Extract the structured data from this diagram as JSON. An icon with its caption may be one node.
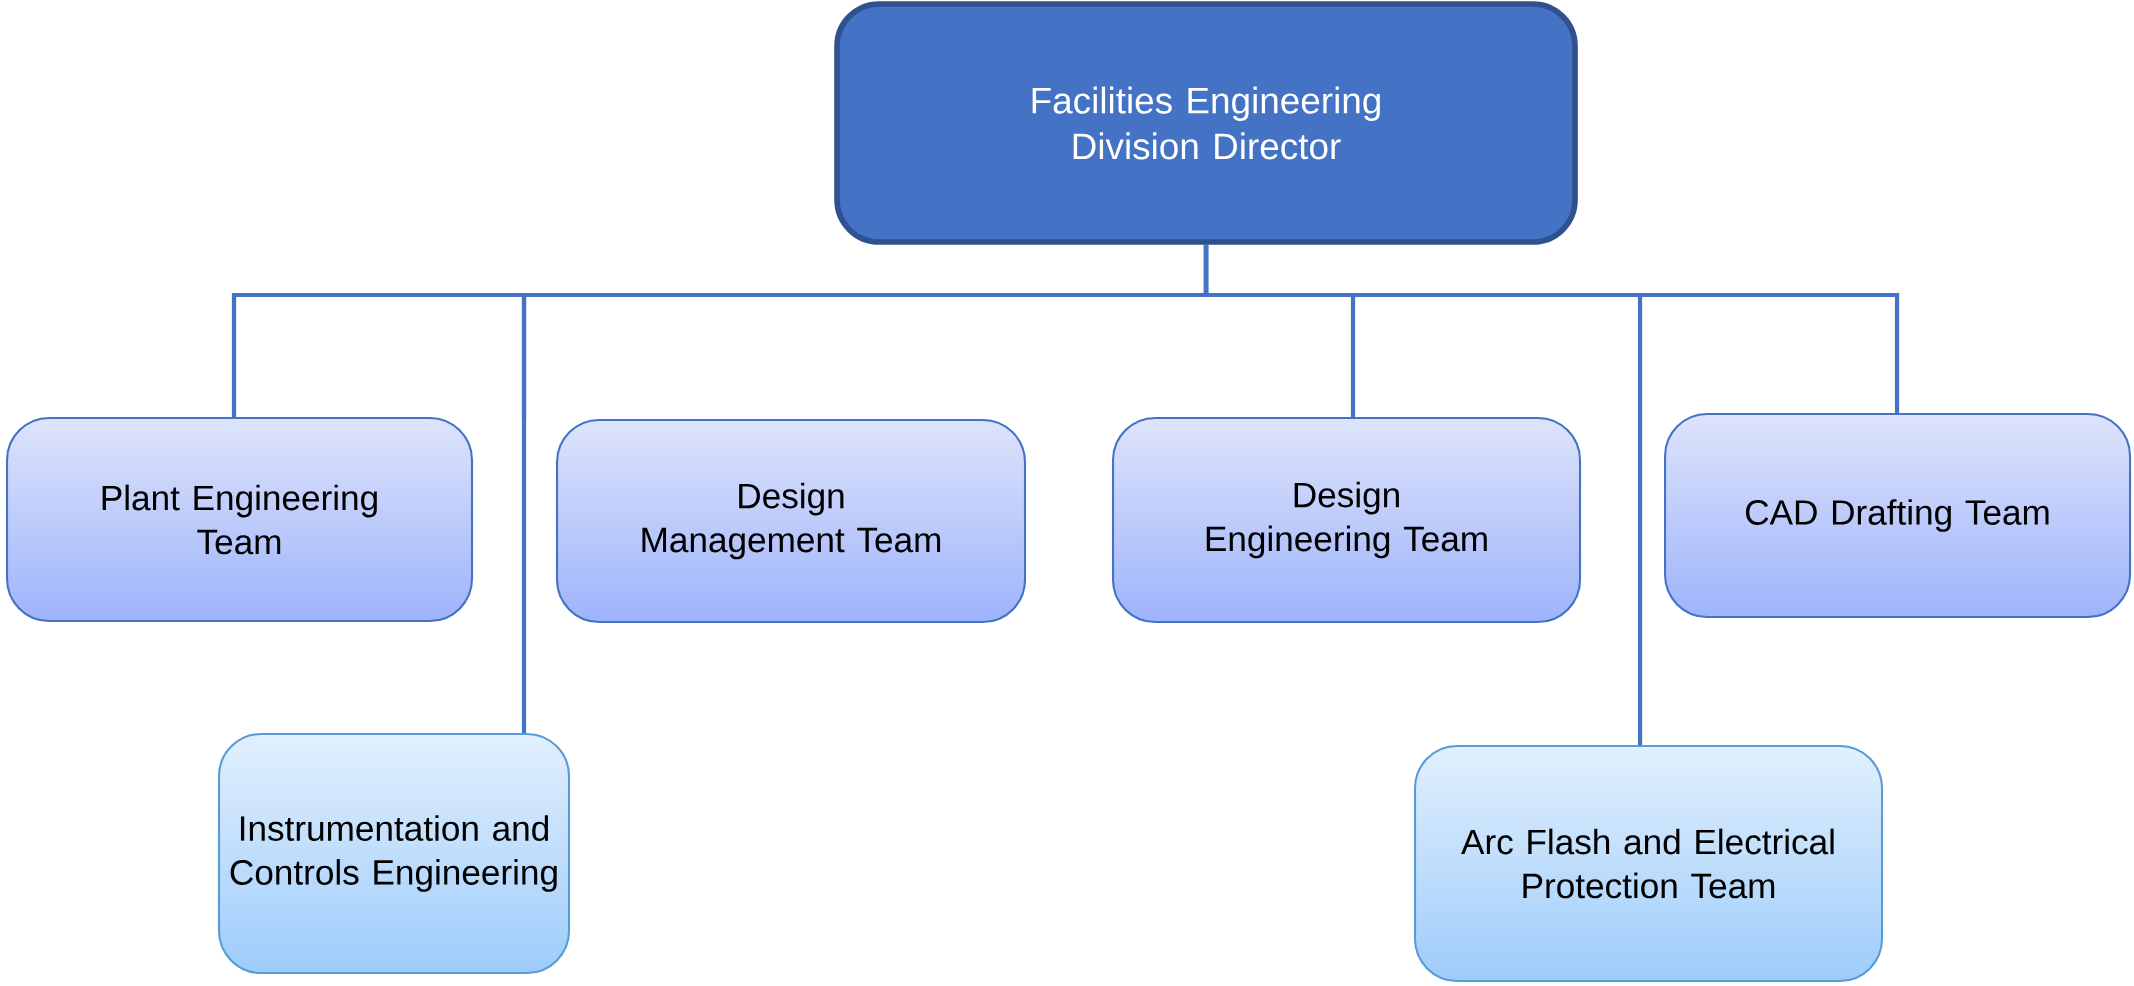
{
  "diagram": {
    "nodes": [
      {
        "text": [
          "Facilities Engineering Division Director"
        ]
      },
      {
        "text": [
          "Plant Engineering Team"
        ]
      },
      {
        "text": [
          "Design Management Team"
        ]
      },
      {
        "text": [
          "Design Engineering Team"
        ]
      },
      {
        "text": [
          "CAD Drafting Team"
        ]
      },
      {
        "text": [
          "Instrumentation and Controls Engineering"
        ]
      },
      {
        "text": [
          "Arc Flash and Electrical Protection Team"
        ]
      }
    ],
    "edges": [
      {
        "from": 0,
        "to": 1,
        "arrow": "none"
      },
      {
        "from": 0,
        "to": 2,
        "arrow": "none"
      },
      {
        "from": 0,
        "to": 3,
        "arrow": "none"
      },
      {
        "from": 0,
        "to": 4,
        "arrow": "none"
      },
      {
        "from": 0,
        "to": 5,
        "arrow": "none"
      },
      {
        "from": 0,
        "to": 6,
        "arrow": "none"
      }
    ]
  }
}
